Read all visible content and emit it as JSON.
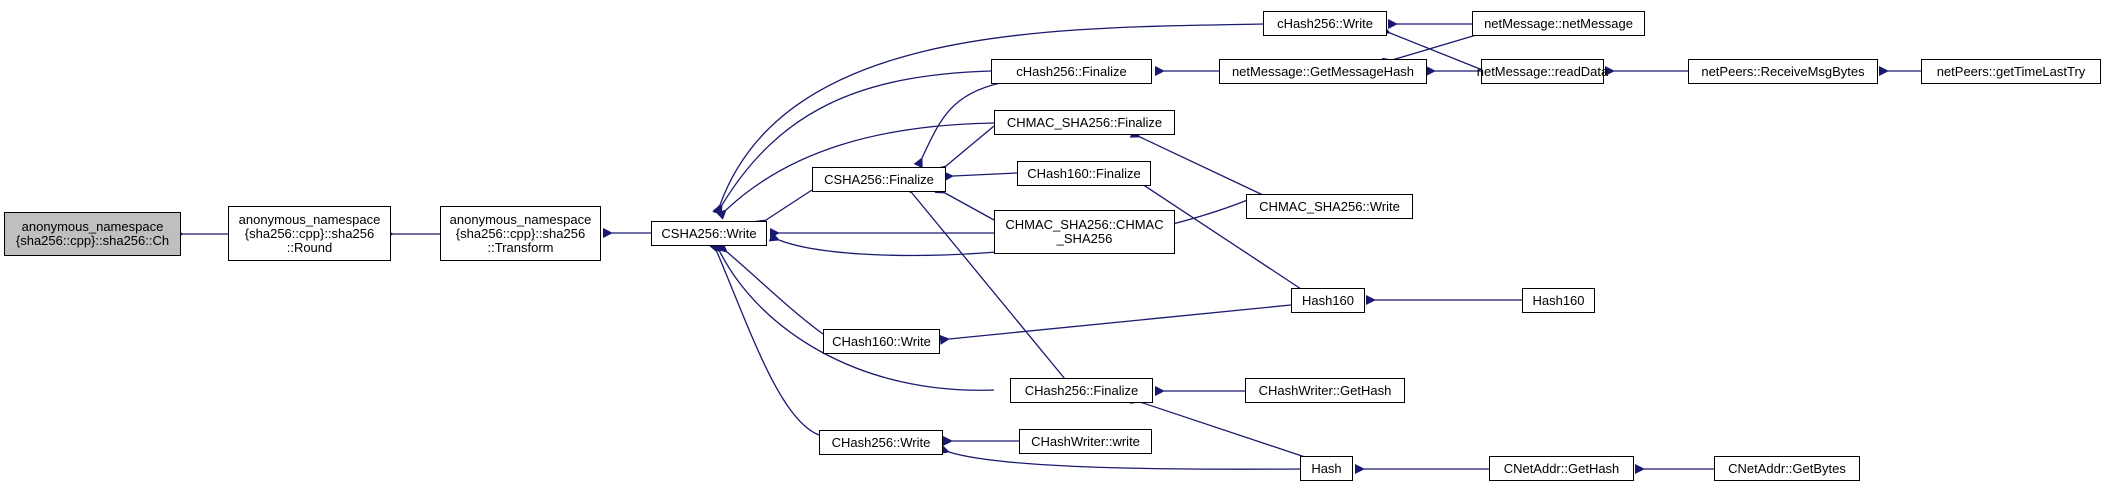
{
  "graph": {
    "nodes": [
      {
        "id": "ch",
        "label": "anonymous_namespace\n{sha256::cpp}::sha256::Ch",
        "root": true
      },
      {
        "id": "round",
        "label": "anonymous_namespace\n{sha256::cpp}::sha256\n::Round"
      },
      {
        "id": "transform",
        "label": "anonymous_namespace\n{sha256::cpp}::sha256\n::Transform"
      },
      {
        "id": "csha256_write",
        "label": "CSHA256::Write"
      },
      {
        "id": "csha256_finalize",
        "label": "CSHA256::Finalize"
      },
      {
        "id": "chash160_write",
        "label": "CHash160::Write"
      },
      {
        "id": "chash256_write_upper",
        "label": "CHash256::Write"
      },
      {
        "id": "chash256_write_lower",
        "label": "cHash256::Write"
      },
      {
        "id": "chash256_finalize_lower",
        "label": "cHash256::Finalize"
      },
      {
        "id": "chmac_finalize",
        "label": "CHMAC_SHA256::Finalize"
      },
      {
        "id": "chash160_finalize",
        "label": "CHash160::Finalize"
      },
      {
        "id": "chmac_ctor",
        "label": "CHMAC_SHA256::CHMAC\n_SHA256"
      },
      {
        "id": "chash256_finalize_upper",
        "label": "CHash256::Finalize"
      },
      {
        "id": "chashwriter_write",
        "label": "CHashWriter::write"
      },
      {
        "id": "netmessage_getmessagehash",
        "label": "netMessage::GetMessageHash"
      },
      {
        "id": "chmac_write",
        "label": "CHMAC_SHA256::Write"
      },
      {
        "id": "hash160",
        "label": "Hash160"
      },
      {
        "id": "chashwriter_gethash",
        "label": "CHashWriter::GetHash"
      },
      {
        "id": "hash",
        "label": "Hash"
      },
      {
        "id": "netmessage_netmessage",
        "label": "netMessage::netMessage"
      },
      {
        "id": "netmessage_readdata",
        "label": "netMessage::readData"
      },
      {
        "id": "hash160_fn",
        "label": "Hash160"
      },
      {
        "id": "cnetaddr_gethash",
        "label": "CNetAddr::GetHash"
      },
      {
        "id": "netpeers_receivemsgbytes",
        "label": "netPeers::ReceiveMsgBytes"
      },
      {
        "id": "cnetaddr_getbytes",
        "label": "CNetAddr::GetBytes"
      },
      {
        "id": "netpeers_gettimelasttry",
        "label": "netPeers::getTimeLastTry"
      }
    ]
  },
  "colors": {
    "edge": "#191970",
    "root_fill": "#bfbfbf",
    "node_fill": "#ffffff",
    "border": "#000000"
  }
}
